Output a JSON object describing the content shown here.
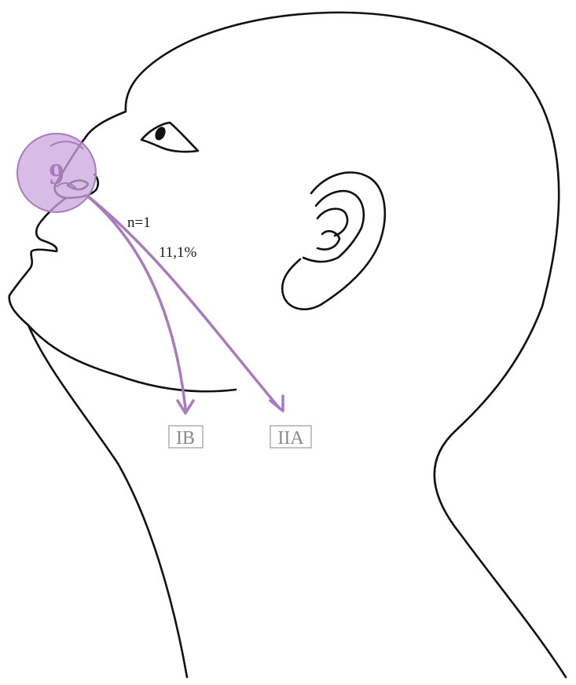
{
  "site": {
    "number": "9",
    "color": "#a77bbd",
    "fill_color": "#c9a6dc"
  },
  "stats": {
    "count": "n=1",
    "percent": "11,1%"
  },
  "destinations": [
    {
      "label": "IB"
    },
    {
      "label": "IIA"
    }
  ],
  "outline_color": "#111111",
  "label_color": "#8a8a8a"
}
